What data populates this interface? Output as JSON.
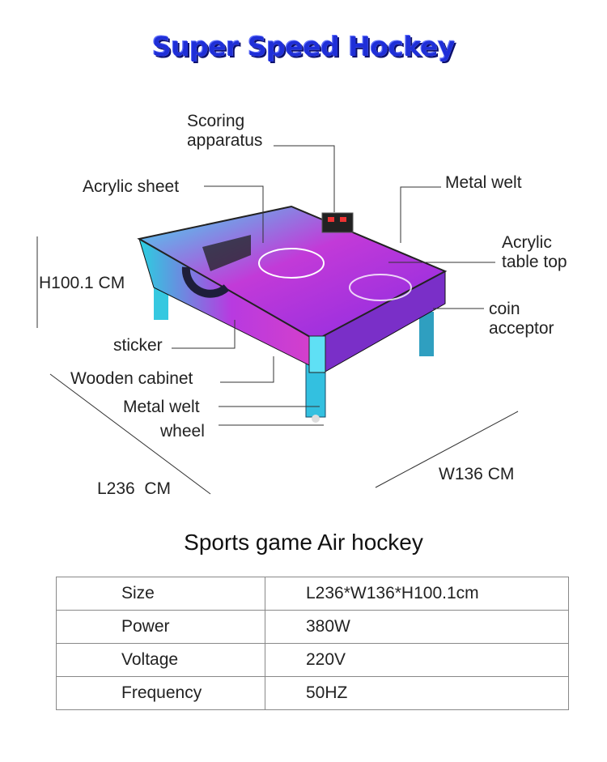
{
  "title": "Super Speed Hockey",
  "callouts": {
    "scoring": [
      "Scoring",
      "apparatus"
    ],
    "acrylic_sheet": "Acrylic sheet",
    "metal_welt_top": "Metal welt",
    "acrylic_top": [
      "Acrylic",
      "table top"
    ],
    "height": "H100.1 CM",
    "coin": [
      "coin",
      "acceptor"
    ],
    "sticker": "sticker",
    "wooden_cabinet": "Wooden cabinet",
    "metal_welt_bottom": "Metal welt",
    "wheel": "wheel",
    "length": "L236  CM",
    "width": "W136 CM"
  },
  "subtitle": "Sports game Air hockey",
  "specs": [
    {
      "key": "Size",
      "value": "L236*W136*H100.1cm"
    },
    {
      "key": "Power",
      "value": "380W"
    },
    {
      "key": "Voltage",
      "value": "220V"
    },
    {
      "key": "Frequency",
      "value": "50HZ"
    }
  ],
  "colors": {
    "title": "#1f2fd8",
    "table_pink": "#d23bd6",
    "table_cyan": "#35d6e8"
  }
}
